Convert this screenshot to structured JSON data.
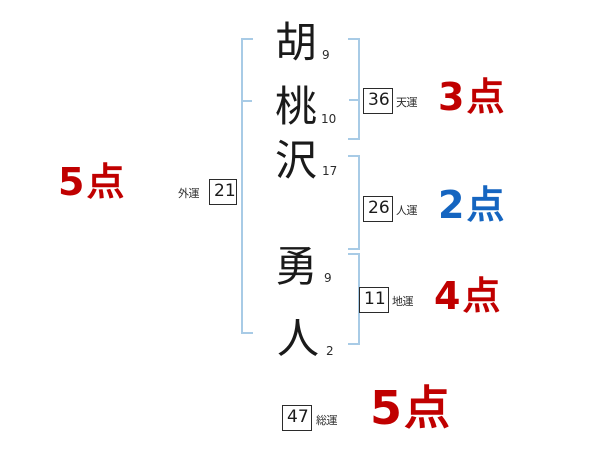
{
  "document": {
    "kind": "seimei-handan-chart",
    "background_color": "#ffffff"
  },
  "colors": {
    "red": "#c00000",
    "blue": "#1565c0",
    "bracket": "#a8cbe6",
    "ink": "#1a1a1a"
  },
  "name": {
    "characters": [
      {
        "char": "胡",
        "strokes": "9"
      },
      {
        "char": "桃",
        "strokes": "10"
      },
      {
        "char": "沢",
        "strokes": "17"
      },
      {
        "char": "勇",
        "strokes": "9"
      },
      {
        "char": "人",
        "strokes": "2"
      }
    ]
  },
  "fortunes": {
    "outer": {
      "label": "外運",
      "value": "21",
      "score": "5点",
      "score_color": "#c00000"
    },
    "heaven": {
      "label": "天運",
      "value": "36",
      "score": "3点",
      "score_color": "#c00000"
    },
    "person": {
      "label": "人運",
      "value": "26",
      "score": "2点",
      "score_color": "#1565c0"
    },
    "earth": {
      "label": "地運",
      "value": "11",
      "score": "4点",
      "score_color": "#c00000"
    },
    "total": {
      "label": "総運",
      "value": "47",
      "score": "5点",
      "score_color": "#c00000"
    }
  }
}
